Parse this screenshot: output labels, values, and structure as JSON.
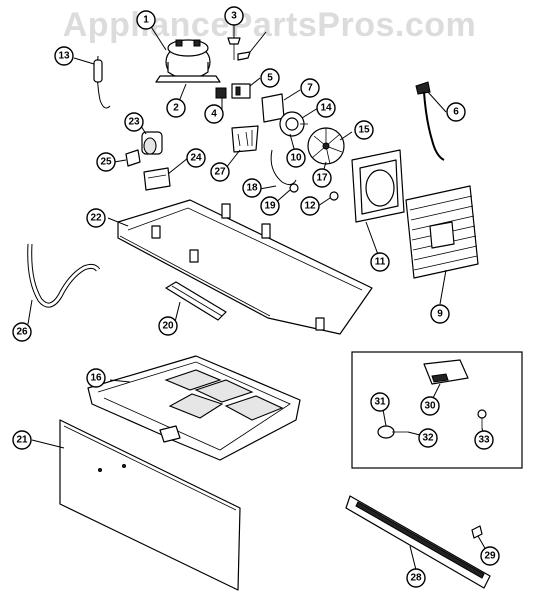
{
  "watermark": "AppliancePartsPros.com",
  "callouts": [
    {
      "id": "c1",
      "label": "1"
    },
    {
      "id": "c2",
      "label": "2"
    },
    {
      "id": "c3",
      "label": "3"
    },
    {
      "id": "c4",
      "label": "4"
    },
    {
      "id": "c5",
      "label": "5"
    },
    {
      "id": "c6",
      "label": "6"
    },
    {
      "id": "c7",
      "label": "7"
    },
    {
      "id": "c9",
      "label": "9"
    },
    {
      "id": "c10",
      "label": "10"
    },
    {
      "id": "c11",
      "label": "11"
    },
    {
      "id": "c12",
      "label": "12"
    },
    {
      "id": "c13",
      "label": "13"
    },
    {
      "id": "c14",
      "label": "14"
    },
    {
      "id": "c15",
      "label": "15"
    },
    {
      "id": "c16",
      "label": "16"
    },
    {
      "id": "c17",
      "label": "17"
    },
    {
      "id": "c18",
      "label": "18"
    },
    {
      "id": "c19",
      "label": "19"
    },
    {
      "id": "c20",
      "label": "20"
    },
    {
      "id": "c21",
      "label": "21"
    },
    {
      "id": "c22",
      "label": "22"
    },
    {
      "id": "c23",
      "label": "23"
    },
    {
      "id": "c24",
      "label": "24"
    },
    {
      "id": "c25",
      "label": "25"
    },
    {
      "id": "c26",
      "label": "26"
    },
    {
      "id": "c27",
      "label": "27"
    },
    {
      "id": "c28",
      "label": "28"
    },
    {
      "id": "c29",
      "label": "29"
    },
    {
      "id": "c30",
      "label": "30"
    },
    {
      "id": "c31",
      "label": "31"
    },
    {
      "id": "c32",
      "label": "32"
    },
    {
      "id": "c33",
      "label": "33"
    }
  ]
}
